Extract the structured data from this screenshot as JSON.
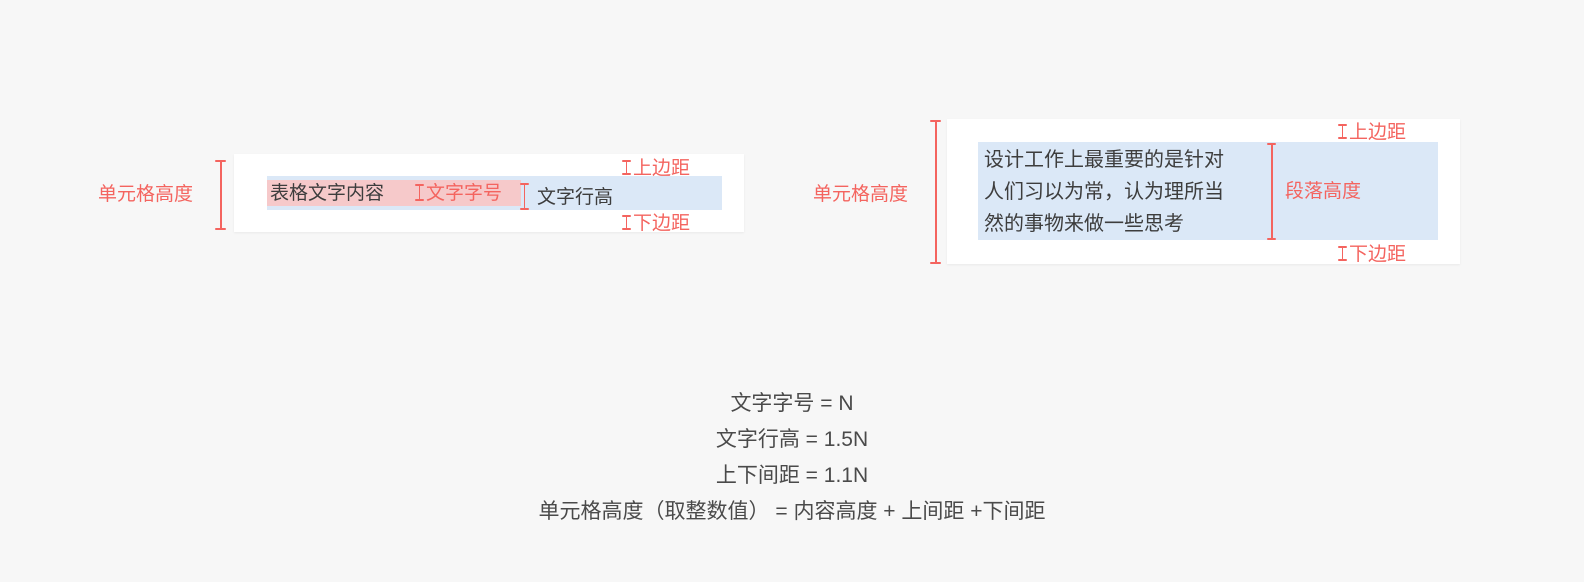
{
  "left_diagram": {
    "outer_measure_label": "单元格高度",
    "cell_text": "表格文字内容",
    "font_size_label": "文字字号",
    "line_height_label": "文字行高",
    "top_margin_label": "上边距",
    "bottom_margin_label": "下边距",
    "colors": {
      "annotation": "#f4645f",
      "line_height_band": "#dbe8f7",
      "font_size_band": "#f6c9ca",
      "card": "#ffffff",
      "text": "#3d3d3d"
    }
  },
  "right_diagram": {
    "outer_measure_label": "单元格高度",
    "paragraph_lines": [
      "设计工作上最重要的是针对",
      "人们习以为常，认为理所当",
      "然的事物来做一些思考"
    ],
    "paragraph_height_label": "段落高度",
    "top_margin_label": "上边距",
    "bottom_margin_label": "下边距",
    "colors": {
      "annotation": "#f4645f",
      "paragraph_band": "#dbe8f7",
      "card": "#ffffff",
      "text": "#3d3d3d"
    }
  },
  "formulas": [
    "文字字号 = N",
    "文字行高 = 1.5N",
    "上下间距 = 1.1N",
    "单元格高度（取整数值） = 内容高度 + 上间距 +下间距"
  ],
  "page": {
    "background": "#f7f7f7"
  }
}
